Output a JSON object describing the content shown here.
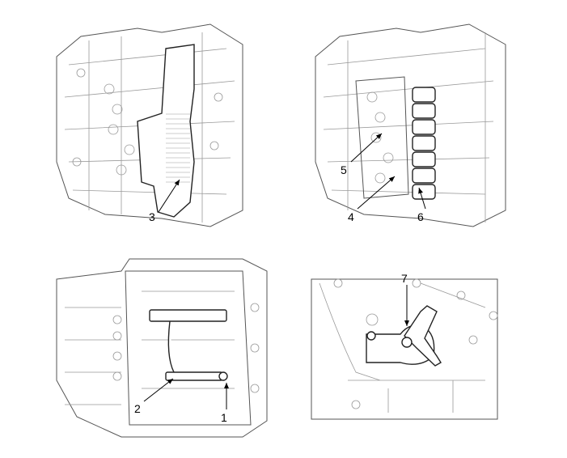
{
  "figures": [
    {
      "id": "a",
      "callouts": [
        "3"
      ]
    },
    {
      "id": "b",
      "callouts": [
        "5",
        "4",
        "6"
      ]
    },
    {
      "id": "c",
      "callouts": [
        "2",
        "1"
      ]
    },
    {
      "id": "d",
      "callouts": [
        "7"
      ]
    }
  ],
  "colors": {
    "line": "#555555",
    "background": "#ffffff"
  }
}
